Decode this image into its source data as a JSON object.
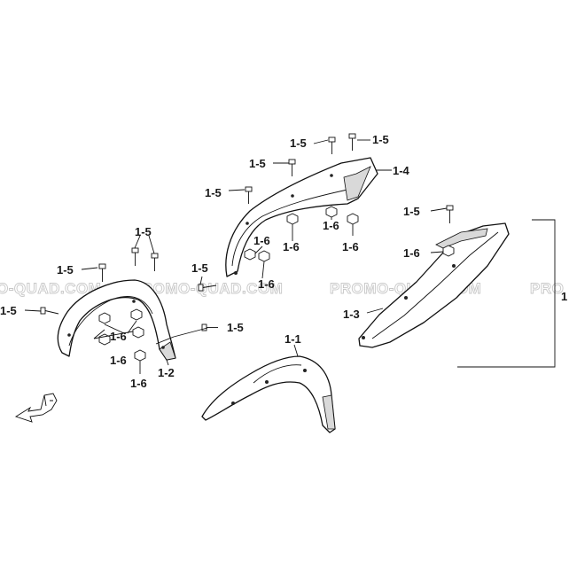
{
  "watermark": {
    "segments": [
      "O-QUAD.COM",
      "PROMO-QUAD.COM",
      "PROMO-QUAD.COM",
      "PRO"
    ]
  },
  "callouts": {
    "part_1_1": "1-1",
    "part_1_2": "1-2",
    "part_1_3": "1-3",
    "part_1_4": "1-4",
    "assembly": "1",
    "bolt_1_5": "1-5",
    "nut_1_6": "1-6"
  },
  "colors": {
    "line": "#111111",
    "watermark_outline": "#c8c8c8",
    "background": "#ffffff"
  },
  "icons": [
    "front-direction-arrow-icon"
  ]
}
